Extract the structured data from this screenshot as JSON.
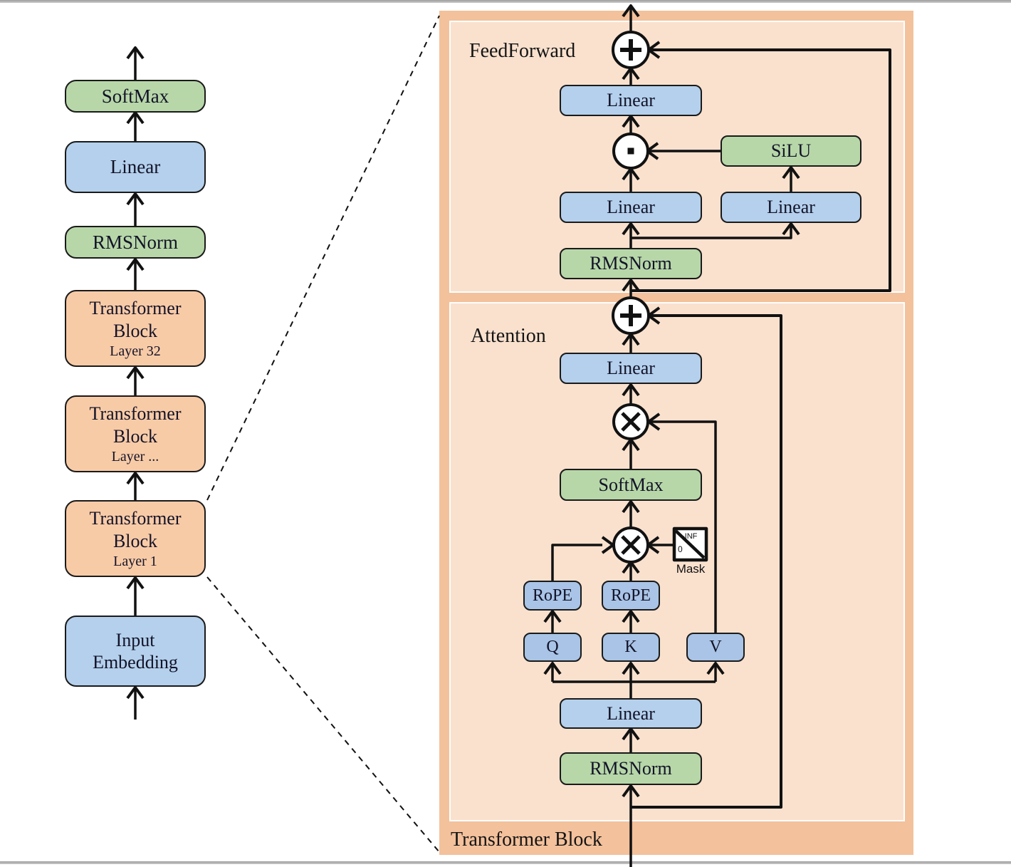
{
  "colors": {
    "green": "#b7d7a8",
    "blue": "#b4d0ec",
    "qkv-blue": "#a9c4e6",
    "orange-block": "#f8cba7",
    "panel-outer": "#f3c19b",
    "panel-inner": "#f9e1ce",
    "line": "#111111"
  },
  "left_column": {
    "blocks": [
      {
        "label": "SoftMax"
      },
      {
        "label": "Linear"
      },
      {
        "label": "RMSNorm"
      },
      {
        "label": "Transformer Block",
        "sublabel": "Layer 32"
      },
      {
        "label": "Transformer Block",
        "sublabel": "Layer ..."
      },
      {
        "label": "Transformer Block",
        "sublabel": "Layer 1"
      },
      {
        "label": "Input Embedding"
      }
    ]
  },
  "right_panel": {
    "title": "Transformer Block",
    "feedforward": {
      "label": "FeedForward",
      "linear_out": "Linear",
      "silu": "SiLU",
      "linear_gate": "Linear",
      "linear_up": "Linear",
      "rmsnorm": "RMSNorm"
    },
    "attention": {
      "label": "Attention",
      "linear_out": "Linear",
      "softmax": "SoftMax",
      "rope_q": "RoPE",
      "rope_k": "RoPE",
      "q": "Q",
      "k": "K",
      "v": "V",
      "mask_label": "Mask",
      "mask_inf": "-INF",
      "mask_zero": "0",
      "linear_qkv": "Linear",
      "rmsnorm": "RMSNorm"
    }
  },
  "operators": {
    "ff_residual_add": "plus-circle",
    "ff_elementwise_product": "dot-circle",
    "attn_residual_add": "plus-circle",
    "attn_value_matmul": "multiply-circle",
    "attn_qk_matmul": "multiply-circle"
  }
}
